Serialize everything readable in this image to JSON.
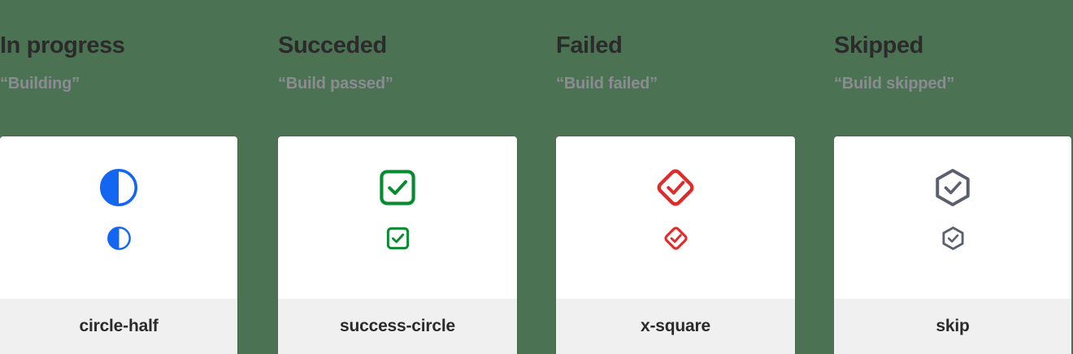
{
  "page": {
    "background_color": "#4b7353",
    "card_background": "#ffffff",
    "footer_background": "#f0f0f0"
  },
  "columns": [
    {
      "title": "In progress",
      "subtitle": "“Building”",
      "icon_name": "circle-half",
      "icon_label": "circle-half",
      "color": "#1366f2"
    },
    {
      "title": "Succeded",
      "subtitle": "“Build passed”",
      "icon_name": "success-circle",
      "icon_label": "success-circle",
      "color": "#068b2e"
    },
    {
      "title": "Failed",
      "subtitle": "“Build failed”",
      "icon_name": "x-square",
      "icon_label": "x-square",
      "color": "#e02b2b"
    },
    {
      "title": "Skipped",
      "subtitle": "“Build skipped”",
      "icon_name": "skip",
      "icon_label": "skip",
      "color": "#5b6070"
    }
  ]
}
